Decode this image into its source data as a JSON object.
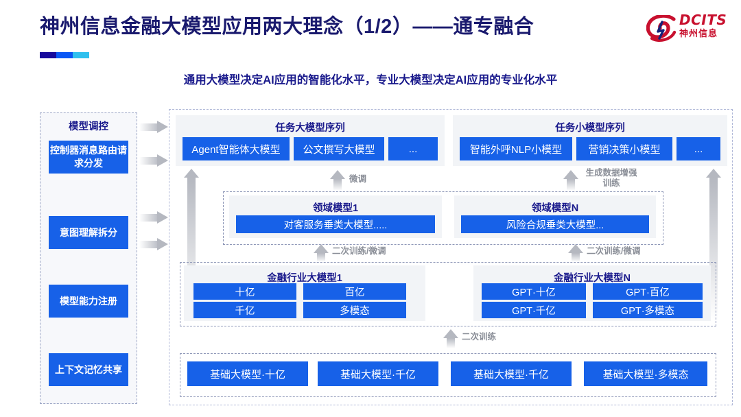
{
  "header": {
    "title": "神州信息金融大模型应用两大理念（1/2）——通专融合",
    "logo_en": "DCITS",
    "logo_cn": "神州信息",
    "accent_colors": [
      "#170a9c",
      "#0a57f5",
      "#2fc0ee"
    ]
  },
  "subtitle": "通用大模型决定AI应用的智能化水平，专业大模型决定AI应用的专业化水平",
  "theme": {
    "box_blue": "#1761e8",
    "title_navy": "#1a1a8c",
    "panel_grey": "#f2f4f7",
    "arrow_grey": "#b5b8c0",
    "dash_border": "#8f98b8"
  },
  "sidebar": {
    "title": "模型调控",
    "items": [
      {
        "label": "控制器消息路由请求分发"
      },
      {
        "label": "意图理解拆分"
      },
      {
        "label": "模型能力注册"
      },
      {
        "label": "上下文记忆共享"
      }
    ]
  },
  "task_layer": {
    "left_panel": {
      "title": "任务大模型序列",
      "boxes": [
        "Agent智能体大模型",
        "公文撰写大模型",
        "..."
      ]
    },
    "right_panel": {
      "title": "任务小模型序列",
      "boxes": [
        "智能外呼NLP小模型",
        "营销决策小模型",
        "..."
      ]
    }
  },
  "domain_layer": {
    "left_panel": {
      "title": "领域模型1",
      "boxes": [
        "对客服务垂类大模型....."
      ]
    },
    "right_panel": {
      "title": "领域模型N",
      "boxes": [
        "风险合规垂类大模型..."
      ]
    }
  },
  "industry_layer": {
    "left_panel": {
      "title": "金融行业大模型1",
      "boxes": [
        "十亿",
        "百亿",
        "千亿",
        "多模态"
      ]
    },
    "right_panel": {
      "title": "金融行业大模型N",
      "boxes": [
        "GPT·十亿",
        "GPT·百亿",
        "GPT·千亿",
        "GPT·多模态"
      ]
    }
  },
  "base_layer": {
    "boxes": [
      "基础大模型·十亿",
      "基础大模型·千亿",
      "基础大模型·千亿",
      "基础大模型·多模态"
    ]
  },
  "arrow_labels": {
    "fine_tune": "微调",
    "data_aug": "生成数据增强训练",
    "retrain_finetune_left": "二次训练/微调",
    "retrain_finetune_right": "二次训练/微调",
    "retrain": "二次训练"
  }
}
